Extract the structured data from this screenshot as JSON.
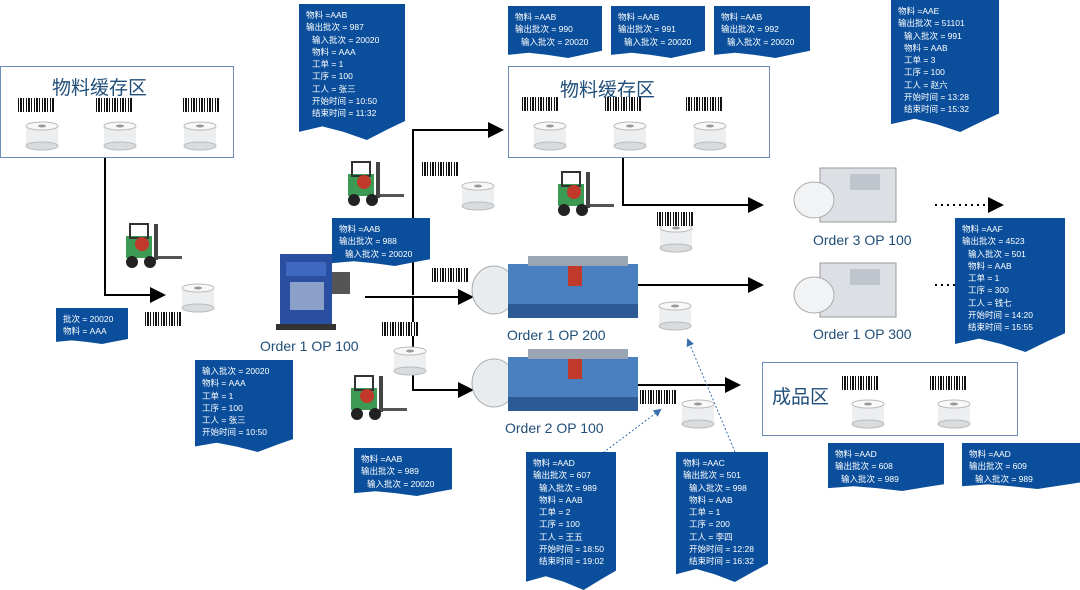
{
  "areas": {
    "buffer_left": {
      "title": "物料缓存区"
    },
    "buffer_top": {
      "title": "物料缓存区"
    },
    "finished": {
      "title": "成品区"
    }
  },
  "machines": {
    "op100": "Order 1  OP 100",
    "op200_1": "Order 1  OP 200",
    "op200_2": "Order 2  OP 100",
    "op300_3": "Order 3  OP 100",
    "op300_1": "Order 1  OP 300"
  },
  "notes": {
    "n_top_left": [
      "物料 =AAB",
      "输出批次 = 987",
      "输入批次 = 20020",
      "物料 = AAA",
      "工单 = 1",
      "工序 = 100",
      "工人 = 张三",
      "开始时间 = 10:50",
      "结束时间 = 11:32"
    ],
    "n_top_a": [
      "物料 =AAB",
      "输出批次 = 990",
      "输入批次 = 20020"
    ],
    "n_top_b": [
      "物料 =AAB",
      "输出批次 = 991",
      "输入批次 = 20020"
    ],
    "n_top_c": [
      "物料 =AAB",
      "输出批次 = 992",
      "输入批次 = 20020"
    ],
    "n_top_right": [
      "物料 =AAE",
      "输出批次 = 51101",
      "输入批次 = 991",
      "物料 = AAB",
      "工单 = 3",
      "工序 = 100",
      "工人 = 赵六",
      "开始时间 = 13:28",
      "结束时间 = 15:32"
    ],
    "n_batch": [
      "批次 = 20020",
      "物料 = AAA"
    ],
    "n_mid": [
      "物料 =AAB",
      "输出批次 = 988",
      "输入批次 = 20020"
    ],
    "n_op100": [
      "输入批次 = 20020",
      "物料 = AAA",
      "工单 = 1",
      "工序 = 100",
      "工人 = 张三",
      "开始时间 = 10:50"
    ],
    "n_bottom_fork": [
      "物料 =AAB",
      "输出批次 = 989",
      "输入批次 = 20020"
    ],
    "n_bottom_mid": [
      "物料 =AAD",
      "输出批次 = 607",
      "输入批次 = 989",
      "物料 = AAB",
      "工单 = 2",
      "工序 = 100",
      "工人 = 王五",
      "开始时间 = 18:50",
      "结束时间 = 19:02"
    ],
    "n_bottom_mid2": [
      "物料 =AAC",
      "输出批次 = 501",
      "输入批次 = 998",
      "物料 = AAB",
      "工单 = 1",
      "工序 = 200",
      "工人 = 李四",
      "开始时间 = 12:28",
      "结束时间 = 16:32"
    ],
    "n_fin_a": [
      "物料 =AAD",
      "输出批次 = 608",
      "输入批次 = 989"
    ],
    "n_fin_b": [
      "物料 =AAD",
      "输出批次 = 609",
      "输入批次 = 989"
    ],
    "n_right": [
      "物料 =AAF",
      "输出批次 = 4523",
      "输入批次 = 501",
      "物料 = AAB",
      "工单 = 1",
      "工序 = 300",
      "工人 = 钱七",
      "开始时间 = 14:20",
      "结束时间 = 15:55"
    ]
  },
  "icons": {
    "roll": "film-roll-icon",
    "barcode": "barcode-icon",
    "forklift": "forklift-icon",
    "machine": "machine-icon"
  },
  "colors": {
    "note_bg": "#0b4f9c",
    "area_border": "#6b8cb8",
    "title": "#1f4e79"
  }
}
